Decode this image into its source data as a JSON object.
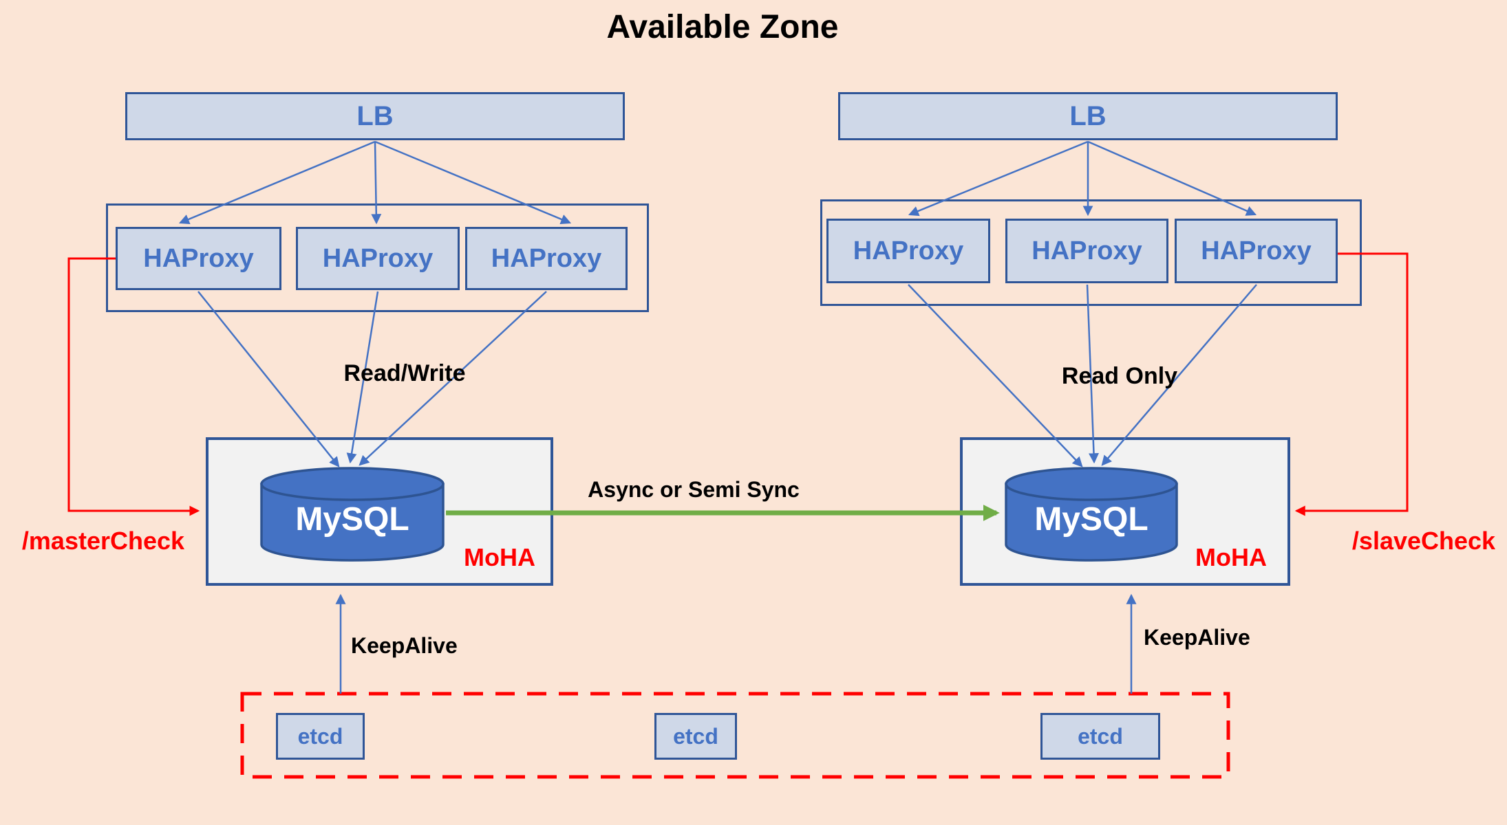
{
  "title": "Available Zone",
  "colors": {
    "background": "#FBE5D6",
    "node_fill": "#CFD8E8",
    "node_border": "#2F5597",
    "accent_blue": "#4472C4",
    "mysql_host_fill": "#F2F2F2",
    "alert_red": "#FF0000",
    "replication_green": "#70AD47",
    "label_black": "#000000"
  },
  "left_zone": {
    "lb_label": "LB",
    "haproxy_nodes": [
      "HAProxy",
      "HAProxy",
      "HAProxy"
    ],
    "traffic_label": "Read/Write",
    "mysql_label": "MySQL",
    "moha_label": "MoHA",
    "health_check_label": "/masterCheck",
    "keepalive_label": "KeepAlive"
  },
  "right_zone": {
    "lb_label": "LB",
    "haproxy_nodes": [
      "HAProxy",
      "HAProxy",
      "HAProxy"
    ],
    "traffic_label": "Read Only",
    "mysql_label": "MySQL",
    "moha_label": "MoHA",
    "health_check_label": "/slaveCheck",
    "keepalive_label": "KeepAlive"
  },
  "replication": {
    "label": "Async or Semi Sync"
  },
  "etcd_cluster": {
    "nodes": [
      "etcd",
      "etcd",
      "etcd"
    ]
  }
}
